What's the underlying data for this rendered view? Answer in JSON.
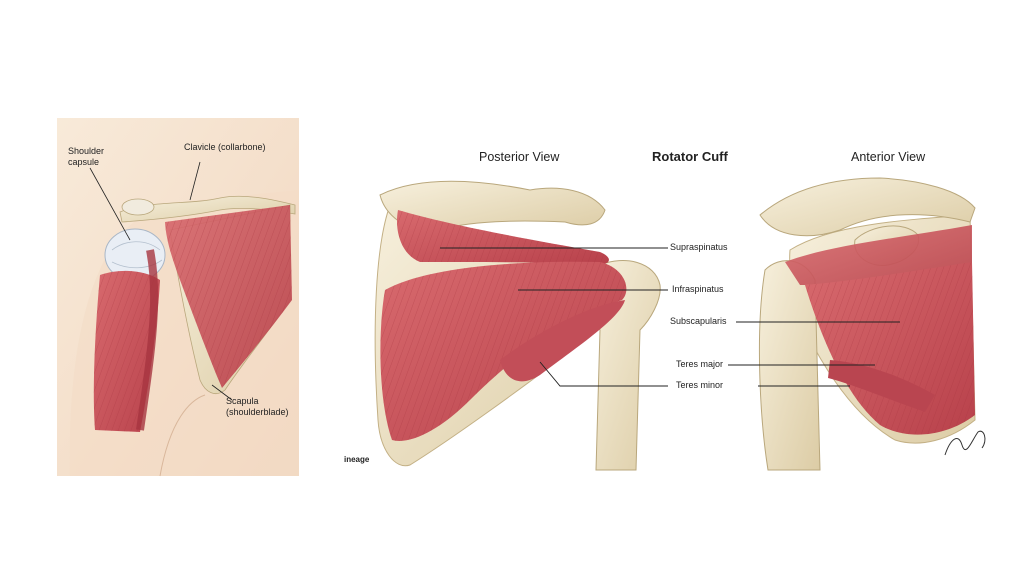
{
  "left_panel": {
    "labels": {
      "shoulder_capsule": "Shoulder\ncapsule",
      "clavicle": "Clavicle (collarbone)",
      "scapula": "Scapula\n(shoulderblade)"
    }
  },
  "right_panel": {
    "title": "Rotator Cuff",
    "posterior_view": "Posterior View",
    "anterior_view": "Anterior View",
    "labels": {
      "supraspinatus": "Supraspinatus",
      "infraspinatus": "Infraspinatus",
      "subscapularis": "Subscapularis",
      "teres_major": "Teres major",
      "teres_minor": "Teres minor"
    },
    "watermark": "ineage"
  },
  "colors": {
    "muscle": "#c9525a",
    "muscle_light": "#e08a8c",
    "bone": "#efe6cf",
    "bone_shadow": "#d9caa3",
    "skin": "#f6e3d2",
    "cartilage": "#e8eef5"
  }
}
